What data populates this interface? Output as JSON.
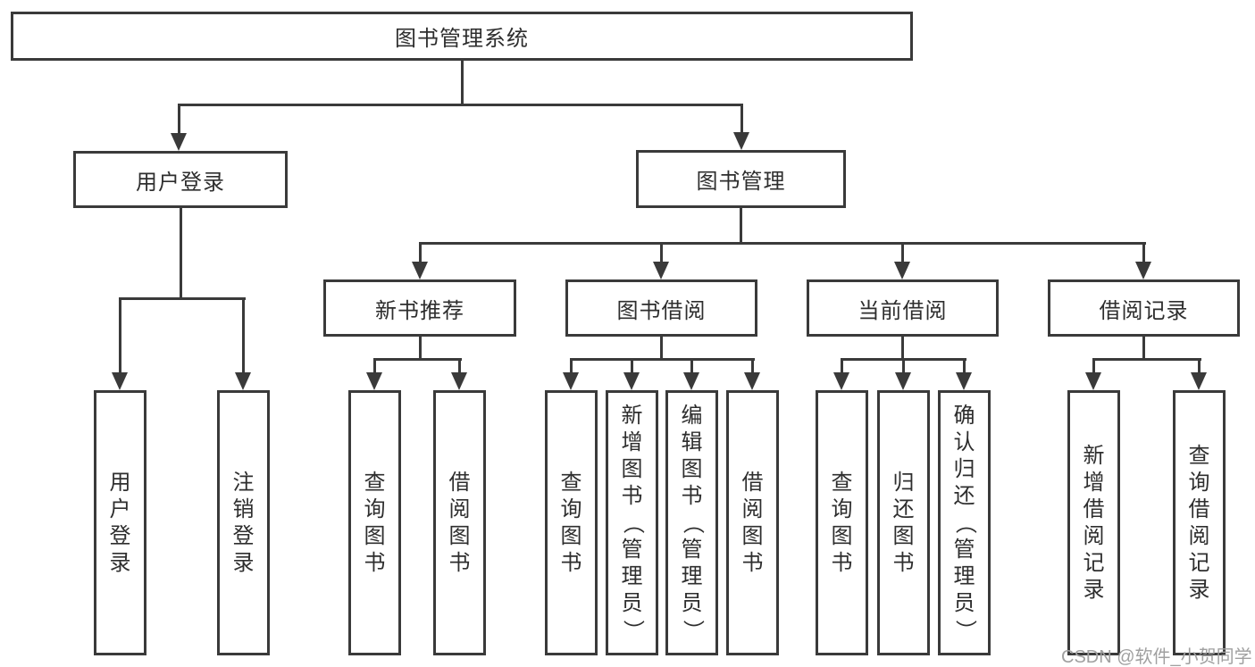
{
  "colors": {
    "line": "#3a3a3a",
    "text": "#2e2e2e",
    "background": "#ffffff",
    "watermark": "#a0a0a0"
  },
  "watermark": {
    "text": "CSDN @软件_小贺同学"
  },
  "tree": {
    "label": "图书管理系统",
    "children": [
      {
        "label": "用户登录",
        "children": [
          {
            "label": "用户登录"
          },
          {
            "label": "注销登录"
          }
        ]
      },
      {
        "label": "图书管理",
        "children": [
          {
            "label": "新书推荐",
            "children": [
              {
                "label": "查询图书"
              },
              {
                "label": "借阅图书"
              }
            ]
          },
          {
            "label": "图书借阅",
            "children": [
              {
                "label": "查询图书"
              },
              {
                "label": "新增图书（管理员）"
              },
              {
                "label": "编辑图书（管理员）"
              },
              {
                "label": "借阅图书"
              }
            ]
          },
          {
            "label": "当前借阅",
            "children": [
              {
                "label": "查询图书"
              },
              {
                "label": "归还图书"
              },
              {
                "label": "确认归还（管理员）"
              }
            ]
          },
          {
            "label": "借阅记录",
            "children": [
              {
                "label": "新增借阅记录"
              },
              {
                "label": "查询借阅记录"
              }
            ]
          }
        ]
      }
    ]
  }
}
